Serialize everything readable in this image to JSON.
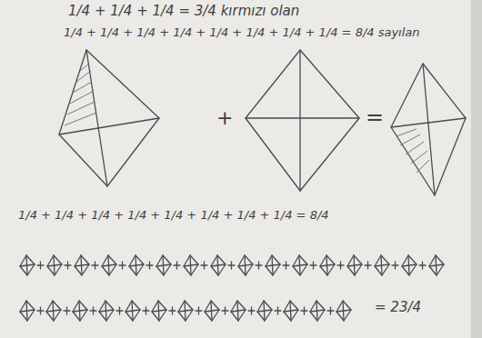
{
  "diagram": {
    "labels": [
      "1/4 + 1/4 + 1/4 = 3/4 kırmızı olan",
      "1/4 + 1/4 + 1/4 + 1/4 + 1/4 + 1/4 + 1/4 + 1/4 = 8/4 sayılan",
      "+",
      "=",
      "1/4 + 1/4 + 1/4 + 1/4 + 1/4 + 1/4 + 1/4 + 1/4 = 8/4",
      "= 23/4"
    ]
  }
}
